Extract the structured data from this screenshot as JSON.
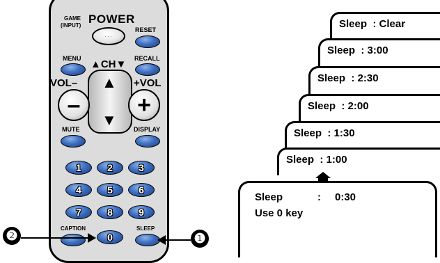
{
  "remote": {
    "game_input_line1": "GAME",
    "game_input_line2": "(INPUT)",
    "power": "POWER",
    "power_dots": "···",
    "reset": "RESET",
    "menu": "MENU",
    "recall": "RECALL",
    "ch": "▲CH▼",
    "vol_minus": "VOL–",
    "vol_plus": "+VOL",
    "minus_sign": "–",
    "plus_sign": "+",
    "ch_up": "▲",
    "ch_down": "▼",
    "mute": "MUTE",
    "display": "DISPLAY",
    "caption": "CAPTION",
    "sleep": "SLEEP",
    "numbers": [
      "1",
      "2",
      "3",
      "4",
      "5",
      "6",
      "7",
      "8",
      "9",
      "0"
    ]
  },
  "callouts": {
    "one": "❶",
    "two": "❷"
  },
  "sleep_states": [
    "Sleep  : Clear",
    "Sleep  : 3:00",
    "Sleep  : 2:30",
    "Sleep  : 2:00",
    "Sleep  : 1:30",
    "Sleep  : 1:00"
  ],
  "main_display": {
    "line1_label": "Sleep",
    "line1_colon": ":",
    "line1_value": "0:30",
    "line2": "Use 0 key"
  }
}
